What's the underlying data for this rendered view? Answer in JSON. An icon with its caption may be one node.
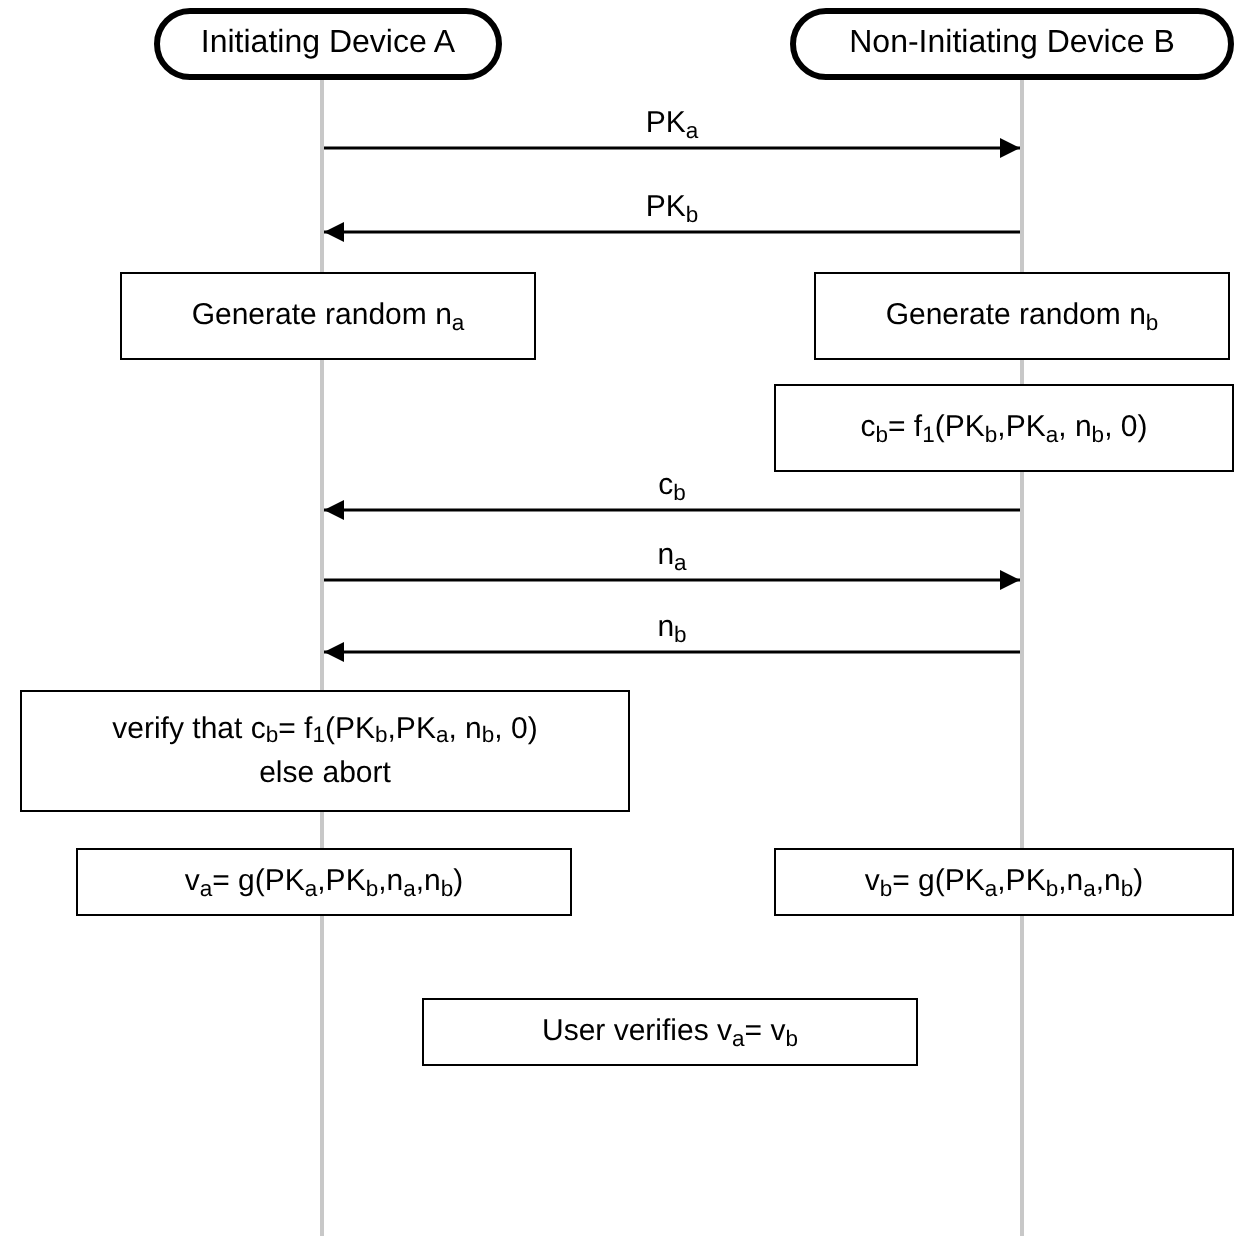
{
  "diagram": {
    "nodes": [
      {
        "text": [
          "Initiating Device A"
        ]
      },
      {
        "text": [
          "Non-Initiating Device B"
        ]
      },
      {
        "text": [],
        "shape": "bar"
      },
      {
        "text": [],
        "shape": "bar"
      },
      {
        "text": [
          "Generate random n$_{a}$"
        ]
      },
      {
        "text": [
          "Generate random n$_{b}$"
        ]
      },
      {
        "text": [
          "c$_{b}$= f$_{1}$(PK$_{b}$,PK$_{a}$, n$_{b}$, 0)"
        ]
      },
      {
        "text": [],
        "shape": "bar"
      },
      {
        "text": [],
        "shape": "bar"
      },
      {
        "text": [
          "verify that c$_{b}$= f$_{1}$(PK$_{b}$,PK$_{a}$, n$_{b}$, 0)",
          "else abort"
        ]
      },
      {
        "text": [
          "v$_{a}$= g(PK$_{a}$,PK$_{b}$,n$_{a}$,n$_{b}$)"
        ]
      },
      {
        "text": [
          "v$_{b}$= g(PK$_{a}$,PK$_{b}$,n$_{a}$,n$_{b}$)"
        ]
      },
      {
        "text": [
          "User verifies v$_{a}$= v$_{b}$"
        ]
      },
      {
        "text": [],
        "shape": "bar"
      },
      {
        "text": [],
        "shape": "bar"
      },
      {
        "text": [],
        "shape": "bar"
      },
      {
        "text": [],
        "shape": "bar"
      }
    ],
    "edges": [
      {
        "from": 2,
        "to": 3,
        "arrow": "to",
        "label": "PK$_{a}$"
      },
      {
        "from": 3,
        "to": 2,
        "arrow": "to",
        "label": "PK$_{b}$"
      },
      {
        "from": 8,
        "to": 7,
        "arrow": "to",
        "label": "c$_{b}$"
      },
      {
        "from": 7,
        "to": 8,
        "arrow": "to",
        "label": "n$_{a}$"
      },
      {
        "from": 8,
        "to": 7,
        "arrow": "to",
        "label": "n$_{b}$"
      }
    ]
  }
}
